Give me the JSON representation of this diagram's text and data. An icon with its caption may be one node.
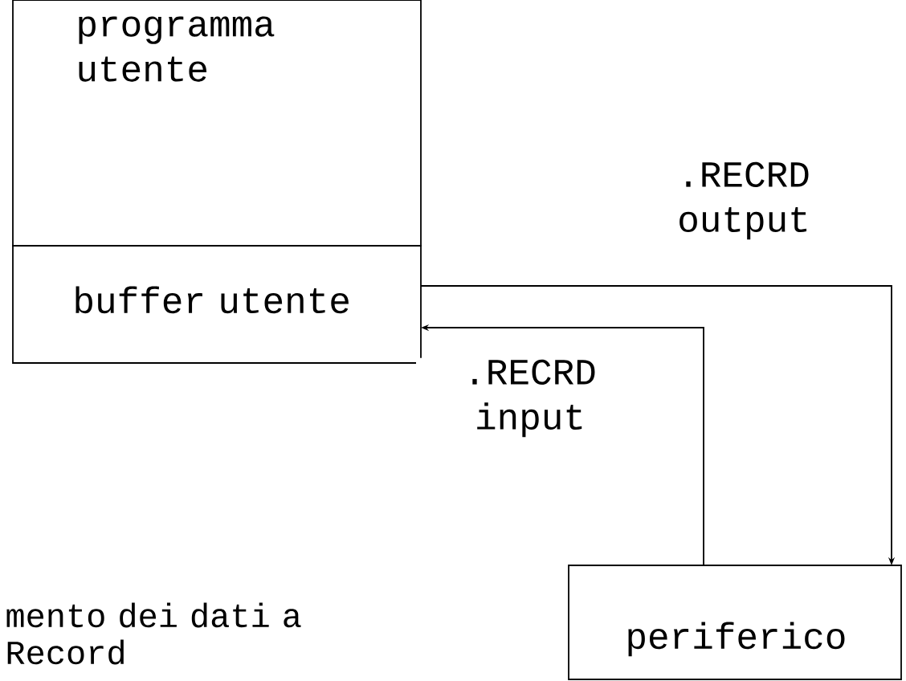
{
  "diagram": {
    "nodes": [
      {
        "text": [
          "programma utente"
        ]
      },
      {
        "text": [
          "buffer utente"
        ]
      },
      {
        "text": [
          "periferico"
        ]
      }
    ],
    "edges": [
      {
        "from": 1,
        "to": 2,
        "arrow": "to",
        "label": ".RECRD output"
      },
      {
        "from": 2,
        "to": 1,
        "arrow": "to",
        "label": ".RECRD input"
      }
    ],
    "labels": [
      "mento dei dati a Record"
    ]
  }
}
